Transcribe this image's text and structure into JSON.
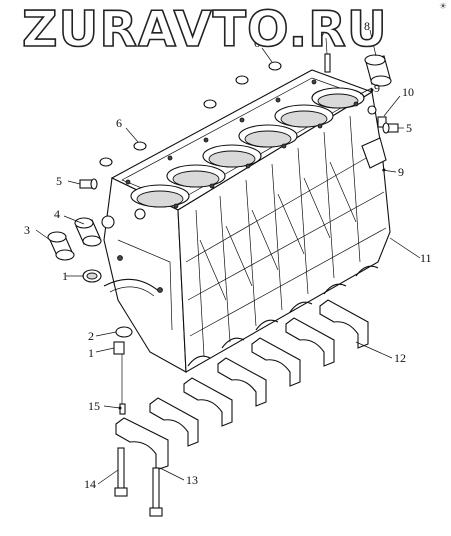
{
  "watermark": {
    "text": "ZURAVTO.RU"
  },
  "corner_mark": "☀",
  "callouts": [
    {
      "id": "c1a",
      "label": "1"
    },
    {
      "id": "c1b",
      "label": "1"
    },
    {
      "id": "c2",
      "label": "2"
    },
    {
      "id": "c3",
      "label": "3"
    },
    {
      "id": "c4",
      "label": "4"
    },
    {
      "id": "c5a",
      "label": "5"
    },
    {
      "id": "c5b",
      "label": "5"
    },
    {
      "id": "c6a",
      "label": "6"
    },
    {
      "id": "c6b",
      "label": "6"
    },
    {
      "id": "c7",
      "label": "7"
    },
    {
      "id": "c8",
      "label": "8"
    },
    {
      "id": "c9a",
      "label": "9"
    },
    {
      "id": "c9b",
      "label": "9"
    },
    {
      "id": "c10",
      "label": "10"
    },
    {
      "id": "c11",
      "label": "11"
    },
    {
      "id": "c12",
      "label": "12"
    },
    {
      "id": "c13",
      "label": "13"
    },
    {
      "id": "c14",
      "label": "14"
    },
    {
      "id": "c15",
      "label": "15"
    }
  ]
}
